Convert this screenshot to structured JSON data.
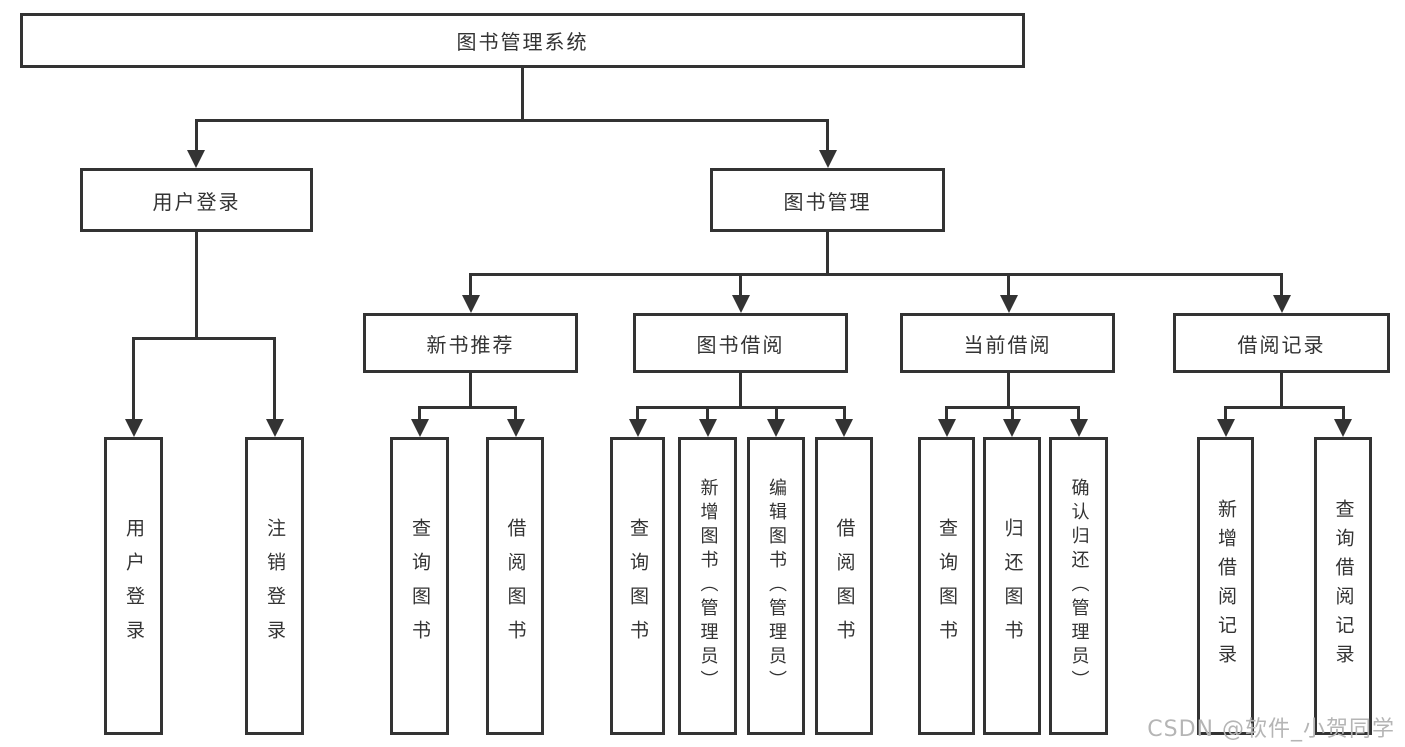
{
  "diagram": {
    "type": "hierarchy-tree",
    "title": "图书管理系统",
    "watermark": "CSDN @软件_小贺同学",
    "colors": {
      "line": "#333333",
      "box_border": "#333333",
      "box_fill": "#ffffff",
      "background": "#ffffff",
      "watermark": "#b5b5b5"
    }
  },
  "nodes": {
    "root": "图书管理系统",
    "user_login": "用户登录",
    "book_management": "图书管理",
    "new_book_recommend": "新书推荐",
    "book_borrow": "图书借阅",
    "current_borrow": "当前借阅",
    "borrow_records": "借阅记录",
    "leaf_user_login": "用户登录",
    "leaf_logout": "注销登录",
    "nb_query_books": "查询图书",
    "nb_borrow_books": "借阅图书",
    "bb_query_books": "查询图书",
    "bb_add_books": "新增图书（管理员）",
    "bb_edit_books": "编辑图书（管理员）",
    "bb_borrow_books": "借阅图书",
    "cb_query_books": "查询图书",
    "cb_return_books": "归还图书",
    "cb_confirm_return": "确认归还（管理员）",
    "br_add_record": "新增借阅记录",
    "br_query_record": "查询借阅记录"
  },
  "hierarchy": {
    "图书管理系统": [
      "用户登录",
      "图书管理"
    ],
    "用户登录": [
      "用户登录",
      "注销登录"
    ],
    "图书管理": [
      "新书推荐",
      "图书借阅",
      "当前借阅",
      "借阅记录"
    ],
    "新书推荐": [
      "查询图书",
      "借阅图书"
    ],
    "图书借阅": [
      "查询图书",
      "新增图书（管理员）",
      "编辑图书（管理员）",
      "借阅图书"
    ],
    "当前借阅": [
      "查询图书",
      "归还图书",
      "确认归还（管理员）"
    ],
    "借阅记录": [
      "新增借阅记录",
      "查询借阅记录"
    ]
  }
}
